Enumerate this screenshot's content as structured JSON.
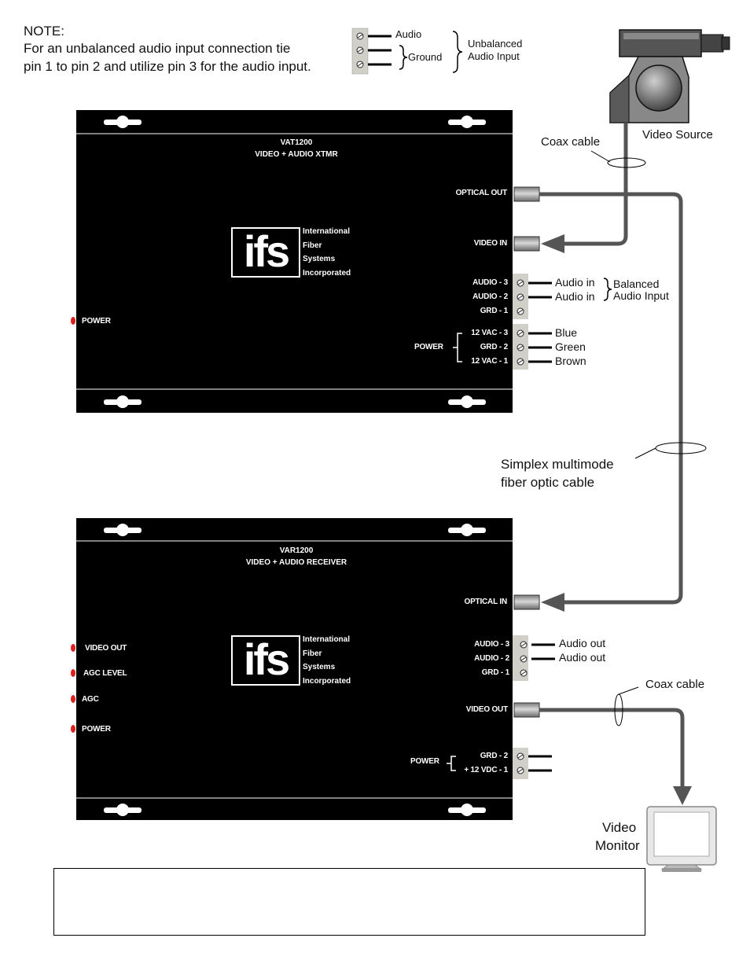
{
  "note": {
    "title": "NOTE:",
    "line1": "For an unbalanced audio input connection tie",
    "line2": "pin 1 to pin 2 and utilize pin 3 for the audio input."
  },
  "unbalanced_legend": {
    "audio": "Audio",
    "ground": "Ground",
    "group_line1": "Unbalanced",
    "group_line2": "Audio Input"
  },
  "camera": {
    "label": "Video Source"
  },
  "coax_top": "Coax cable",
  "transmitter": {
    "model": "VAT1200",
    "description": "VIDEO + AUDIO XTMR",
    "logo": "ifs",
    "company": [
      "International",
      "Fiber",
      "Systems",
      "Incorporated"
    ],
    "optical_out": "OPTICAL OUT",
    "video_in": "VIDEO IN",
    "audio_pins": [
      "AUDIO - 3",
      "AUDIO - 2",
      "GRD - 1"
    ],
    "power_group": "POWER",
    "power_pins": [
      "12 VAC - 3",
      "GRD - 2",
      "12 VAC - 1"
    ],
    "power_led": "POWER"
  },
  "audio_in_labels": [
    "Audio in",
    "Audio in"
  ],
  "balanced_group": {
    "line1": "Balanced",
    "line2": "Audio Input"
  },
  "wire_colors": [
    "Blue",
    "Green",
    "Brown"
  ],
  "fiber": {
    "line1": "Simplex multimode",
    "line2": "fiber optic cable"
  },
  "receiver": {
    "model": "VAR1200",
    "description": "VIDEO + AUDIO RECEIVER",
    "logo": "ifs",
    "company": [
      "International",
      "Fiber",
      "Systems",
      "Incorporated"
    ],
    "optical_in": "OPTICAL IN",
    "audio_pins": [
      "AUDIO - 3",
      "AUDIO - 2",
      "GRD - 1"
    ],
    "video_out": "VIDEO OUT",
    "power_group": "POWER",
    "power_pins": [
      "GRD - 2",
      "+ 12 VDC - 1"
    ],
    "leds": [
      "VIDEO OUT",
      "AGC LEVEL",
      "AGC",
      "POWER"
    ]
  },
  "audio_out_labels": [
    "Audio out",
    "Audio out"
  ],
  "coax_bottom": "Coax cable",
  "monitor": {
    "line1": "Video",
    "line2": "Monitor"
  },
  "colors": {
    "unit": "#000000",
    "cable": "#555555",
    "led": "#e02020",
    "terminal": "#d0d0c8",
    "connector": "#9a9a9a"
  }
}
